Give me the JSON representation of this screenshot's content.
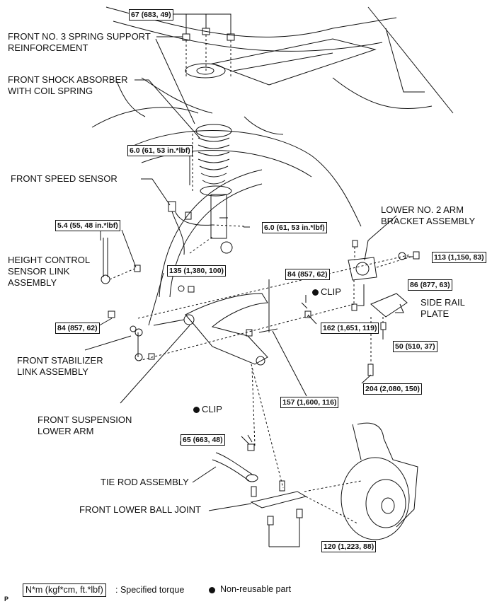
{
  "diagram": {
    "components": {
      "spring_support": "FRONT NO. 3 SPRING SUPPORT\nREINFORCEMENT",
      "shock_absorber": "FRONT SHOCK ABSORBER\nWITH COIL SPRING",
      "speed_sensor": "FRONT SPEED SENSOR",
      "height_control": "HEIGHT CONTROL\nSENSOR LINK\nASSEMBLY",
      "lower_arm_bracket": "LOWER NO. 2 ARM\nBRACKET ASSEMBLY",
      "side_rail_plate": "SIDE RAIL\nPLATE",
      "stabilizer_link": "FRONT STABILIZER\nLINK ASSEMBLY",
      "suspension_lower_arm": "FRONT SUSPENSION\nLOWER ARM",
      "tie_rod": "TIE ROD ASSEMBLY",
      "lower_ball_joint": "FRONT LOWER BALL JOINT",
      "clip_1": "CLIP",
      "clip_2": "CLIP"
    },
    "torques": {
      "t67": "67 (683, 49)",
      "t6_0a": "6.0 (61, 53 in.*lbf)",
      "t5_4": "5.4 (55, 48 in.*lbf)",
      "t6_0b": "6.0 (61, 53 in.*lbf)",
      "t113": "113 (1,150, 83)",
      "t135": "135 (1,380, 100)",
      "t84a": "84 (857, 62)",
      "t86": "86 (877, 63)",
      "t84b": "84 (857, 62)",
      "t162": "162 (1,651, 119)",
      "t50": "50 (510, 37)",
      "t204": "204 (2,080, 150)",
      "t157": "157 (1,600, 116)",
      "t65": "65 (663, 48)",
      "t120": "120 (1,223, 88)"
    },
    "legend": {
      "torque_unit": "N*m (kgf*cm, ft.*lbf)",
      "torque_desc": ": Specified torque",
      "nonreusable": "Non-reusable part"
    },
    "page_marker": "P"
  }
}
